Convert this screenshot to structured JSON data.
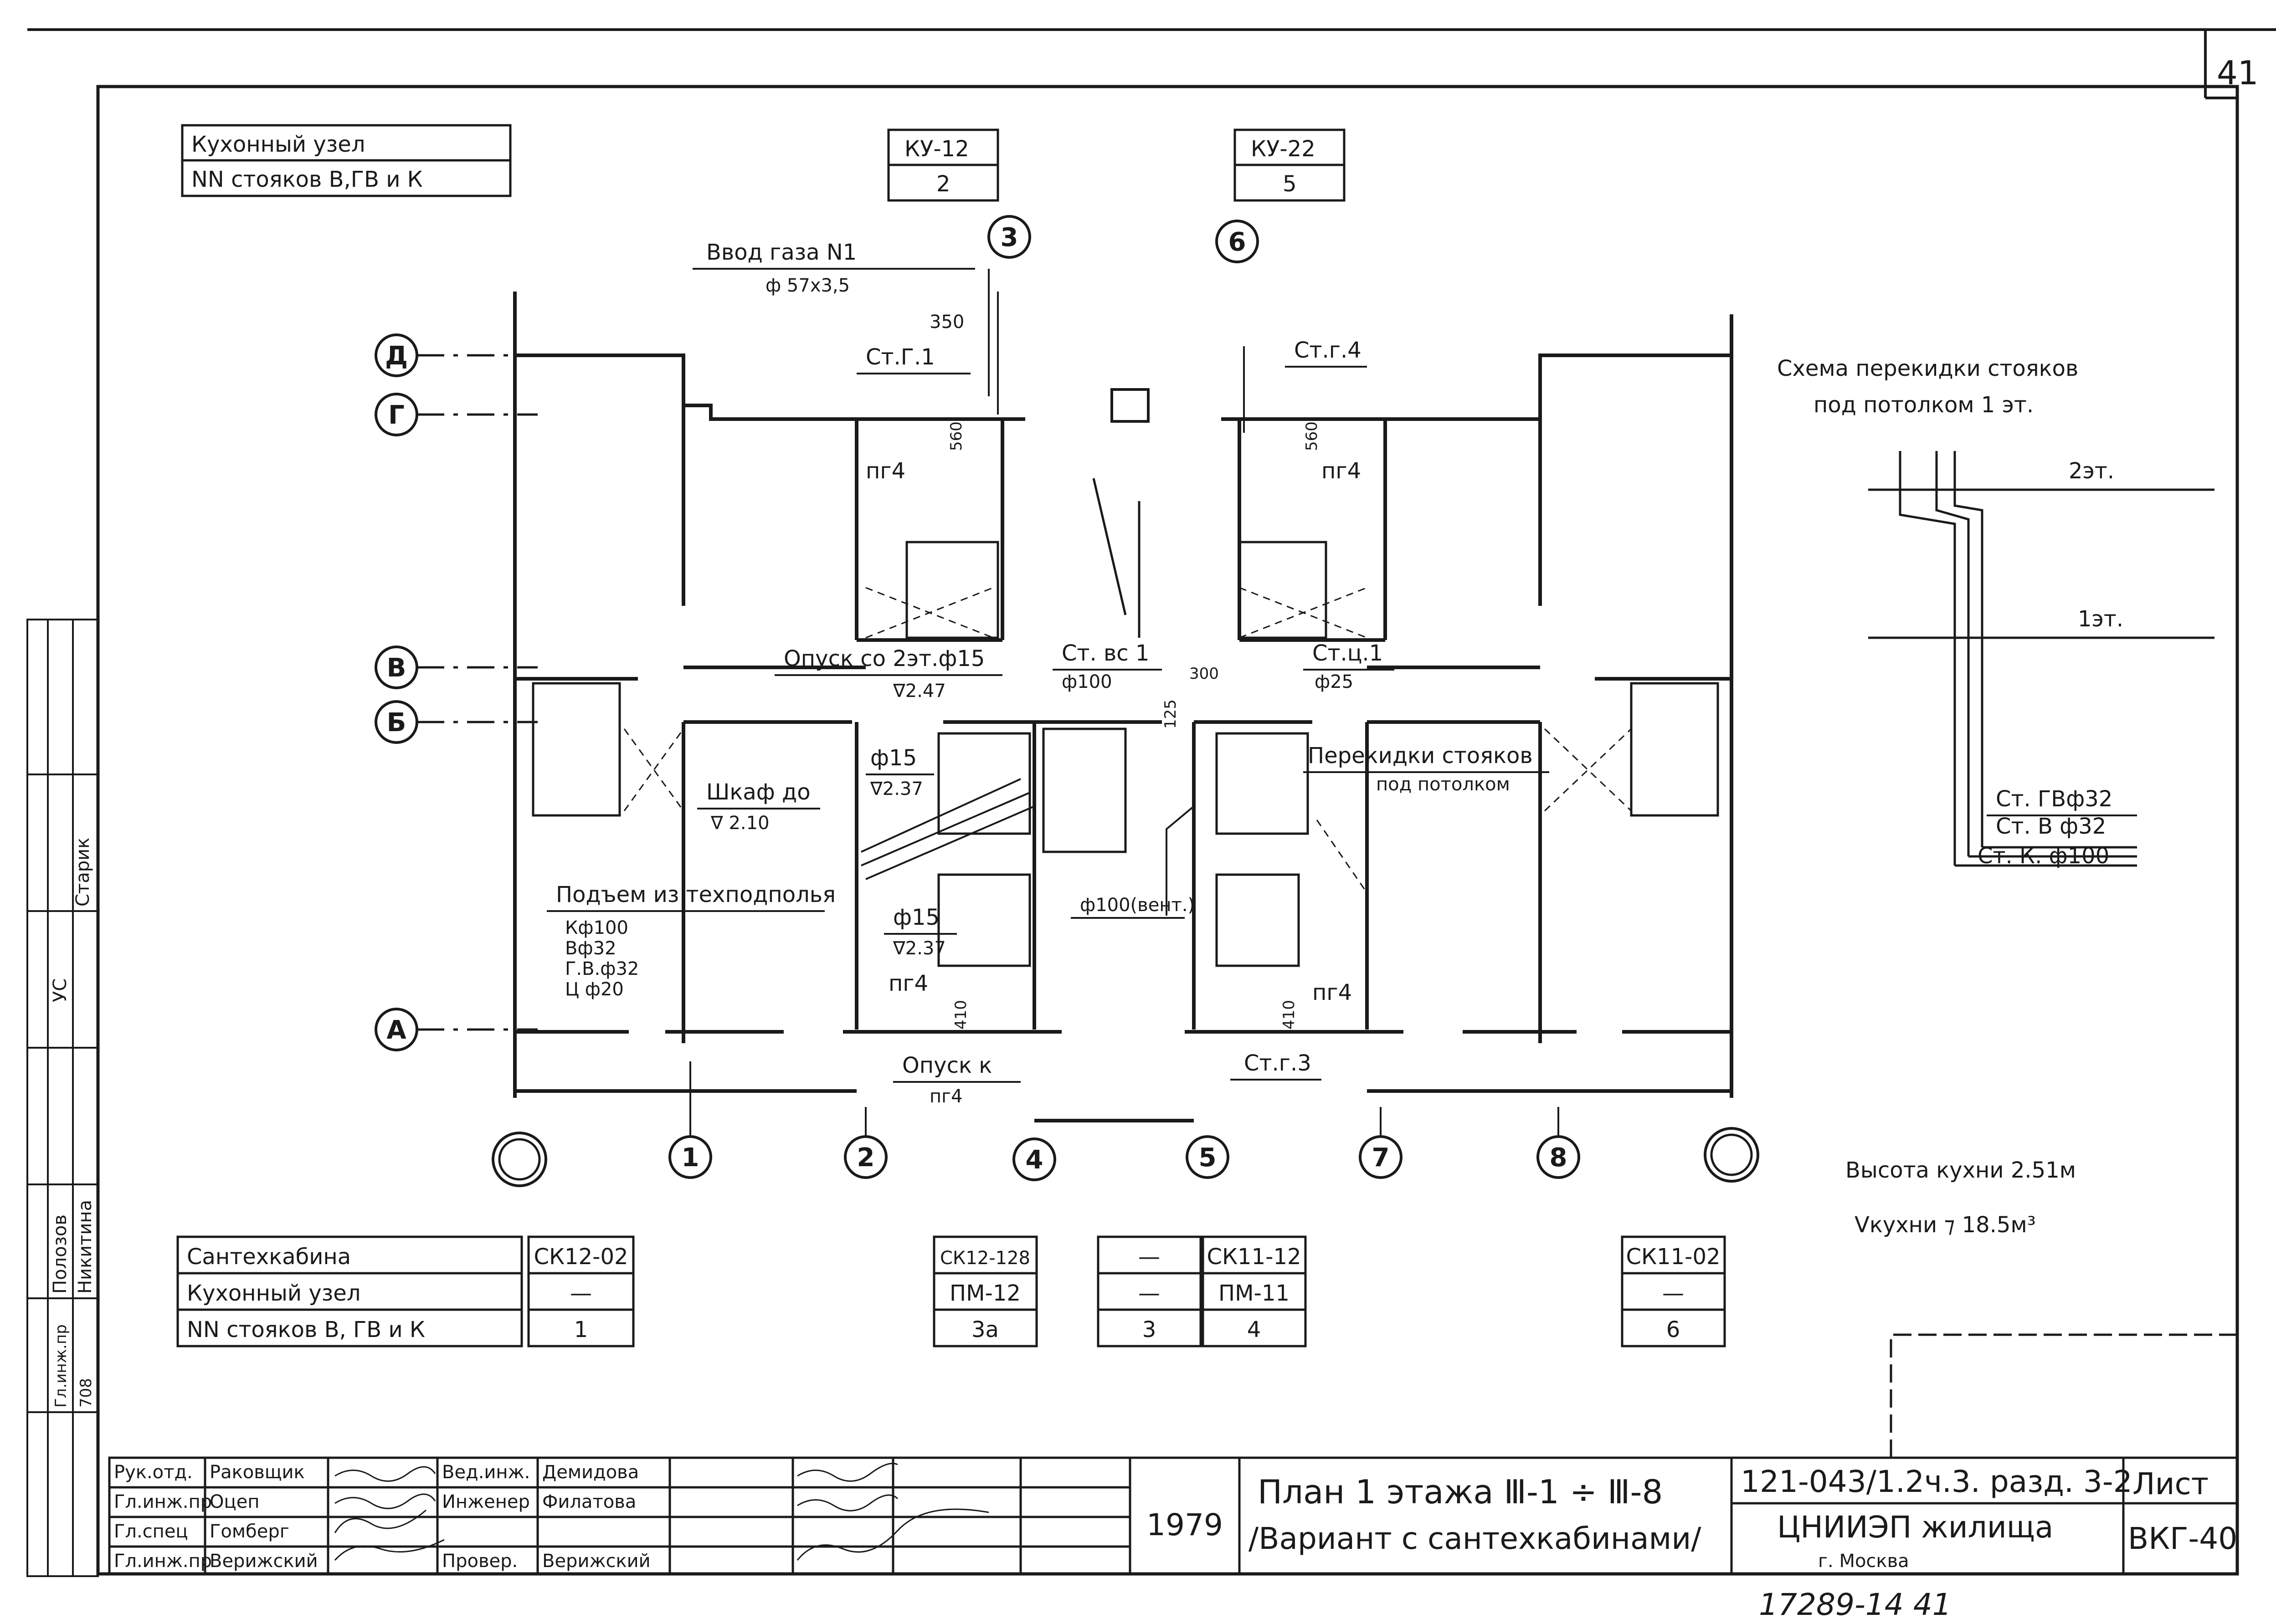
{
  "sheet_number": "41",
  "kitchen_table": {
    "row1": "Кухонный узел",
    "row2": "NN стояков В,ГВ и К"
  },
  "top_boxes": [
    {
      "code": "КУ-12",
      "num": "2"
    },
    {
      "code": "КУ-22",
      "num": "5"
    }
  ],
  "top_axes": [
    "3",
    "6"
  ],
  "row_axes": [
    "Д",
    "Г",
    "В",
    "Б",
    "А"
  ],
  "column_axes": [
    "",
    "1",
    "2",
    "4",
    "5",
    "7",
    "8",
    ""
  ],
  "labels": {
    "gas_input_1": "Ввод газа N1",
    "gas_input_2": "ф 57х3,5",
    "dim_350": "350",
    "st_g1": "Ст.Г.1",
    "st_g4": "Ст.г.4",
    "dim_560_left": "560",
    "dim_560_right": "560",
    "pg4_tl": "пг4",
    "pg4_tr": "пг4",
    "descent_1": "Опуск со 2эт.ф15",
    "descent_2": "∇2.47",
    "st_vs1_1": "Ст. вс 1",
    "st_vs1_2": "ф100",
    "dim_300": "300",
    "dim_125": "125",
    "st_ts1_1": "Ст.ц.1",
    "st_ts1_2": "ф25",
    "phi15_a": "ф15",
    "lvl_237_a": "∇2.37",
    "cabinet_1": "Шкаф до",
    "cabinet_2": "∇ 2.10",
    "crossover_1": "Перекидки стояков",
    "crossover_2": "под потолком",
    "rise_1": "Подъем из техподполья",
    "rise_2": "Кф100",
    "rise_3": "Вф32",
    "rise_4": "Г.В.ф32",
    "rise_5": "Ц ф20",
    "phi15_b": "ф15",
    "lvl_237_b": "∇2.37",
    "vent": "ф100(вент.)",
    "pg4_bl": "пг4",
    "pg4_br": "пг4",
    "dim_410_l": "410",
    "dim_410_r": "410",
    "descent_k_1": "Опуск к",
    "descent_k_2": "пг4",
    "st_g3": "Ст.г.3"
  },
  "scheme": {
    "title_1": "Схема перекидки стояков",
    "title_2": "под потолком 1 эт.",
    "floor_2": "2эт.",
    "floor_1": "1эт.",
    "r1": "Ст. ГВф32",
    "r2": "Ст. В ф32",
    "r3": "Ст. К. ф100"
  },
  "kitchen_info": {
    "height": "Высота кухни 2.51м",
    "volume": "Vкухни ⁊ 18.5м³"
  },
  "cabin_table": {
    "rows": [
      "Сантехкабина",
      "Кухонный узел",
      "NN стояков В, ГВ и К"
    ],
    "col1": [
      "СК12-02",
      "—",
      "1"
    ],
    "groups": [
      {
        "a": "СК12-128",
        "b": "ПМ-12",
        "c": "3а"
      },
      {
        "a": "—",
        "b": "—",
        "c": "3"
      },
      {
        "a": "СК11-12",
        "b": "ПМ-11",
        "c": "4"
      },
      {
        "a": "СК11-02",
        "b": "—",
        "c": "6"
      }
    ]
  },
  "side_stamp": [
    "Старик",
    "УС",
    "Полозов",
    "Никитина",
    "Гл.инж.пр",
    "708"
  ],
  "title_block": {
    "roles": [
      "Рук.отд.",
      "Гл.инж.пр",
      "Гл.спец",
      "Гл.инж.пр"
    ],
    "names": [
      "Раковщик",
      "Оцеп",
      "Гомберг",
      "Верижский"
    ],
    "roles2": [
      "Вед.инж.",
      "Инженер",
      "Провер."
    ],
    "names2": [
      "Демидова",
      "Филатова",
      "Верижский"
    ],
    "year": "1979",
    "title_1": "План 1 этажа Ⅲ-1 ÷ Ⅲ-8",
    "title_2": "/Вариант с сантехкабинами/",
    "code": "121-043/1.2ч.3. разд. 3-2",
    "org_1": "ЦНИИЭП жилища",
    "org_2": "г. Москва",
    "sheet_label": "Лист",
    "sheet_code": "ВКГ-40"
  },
  "footer_number": "17289-14   41"
}
